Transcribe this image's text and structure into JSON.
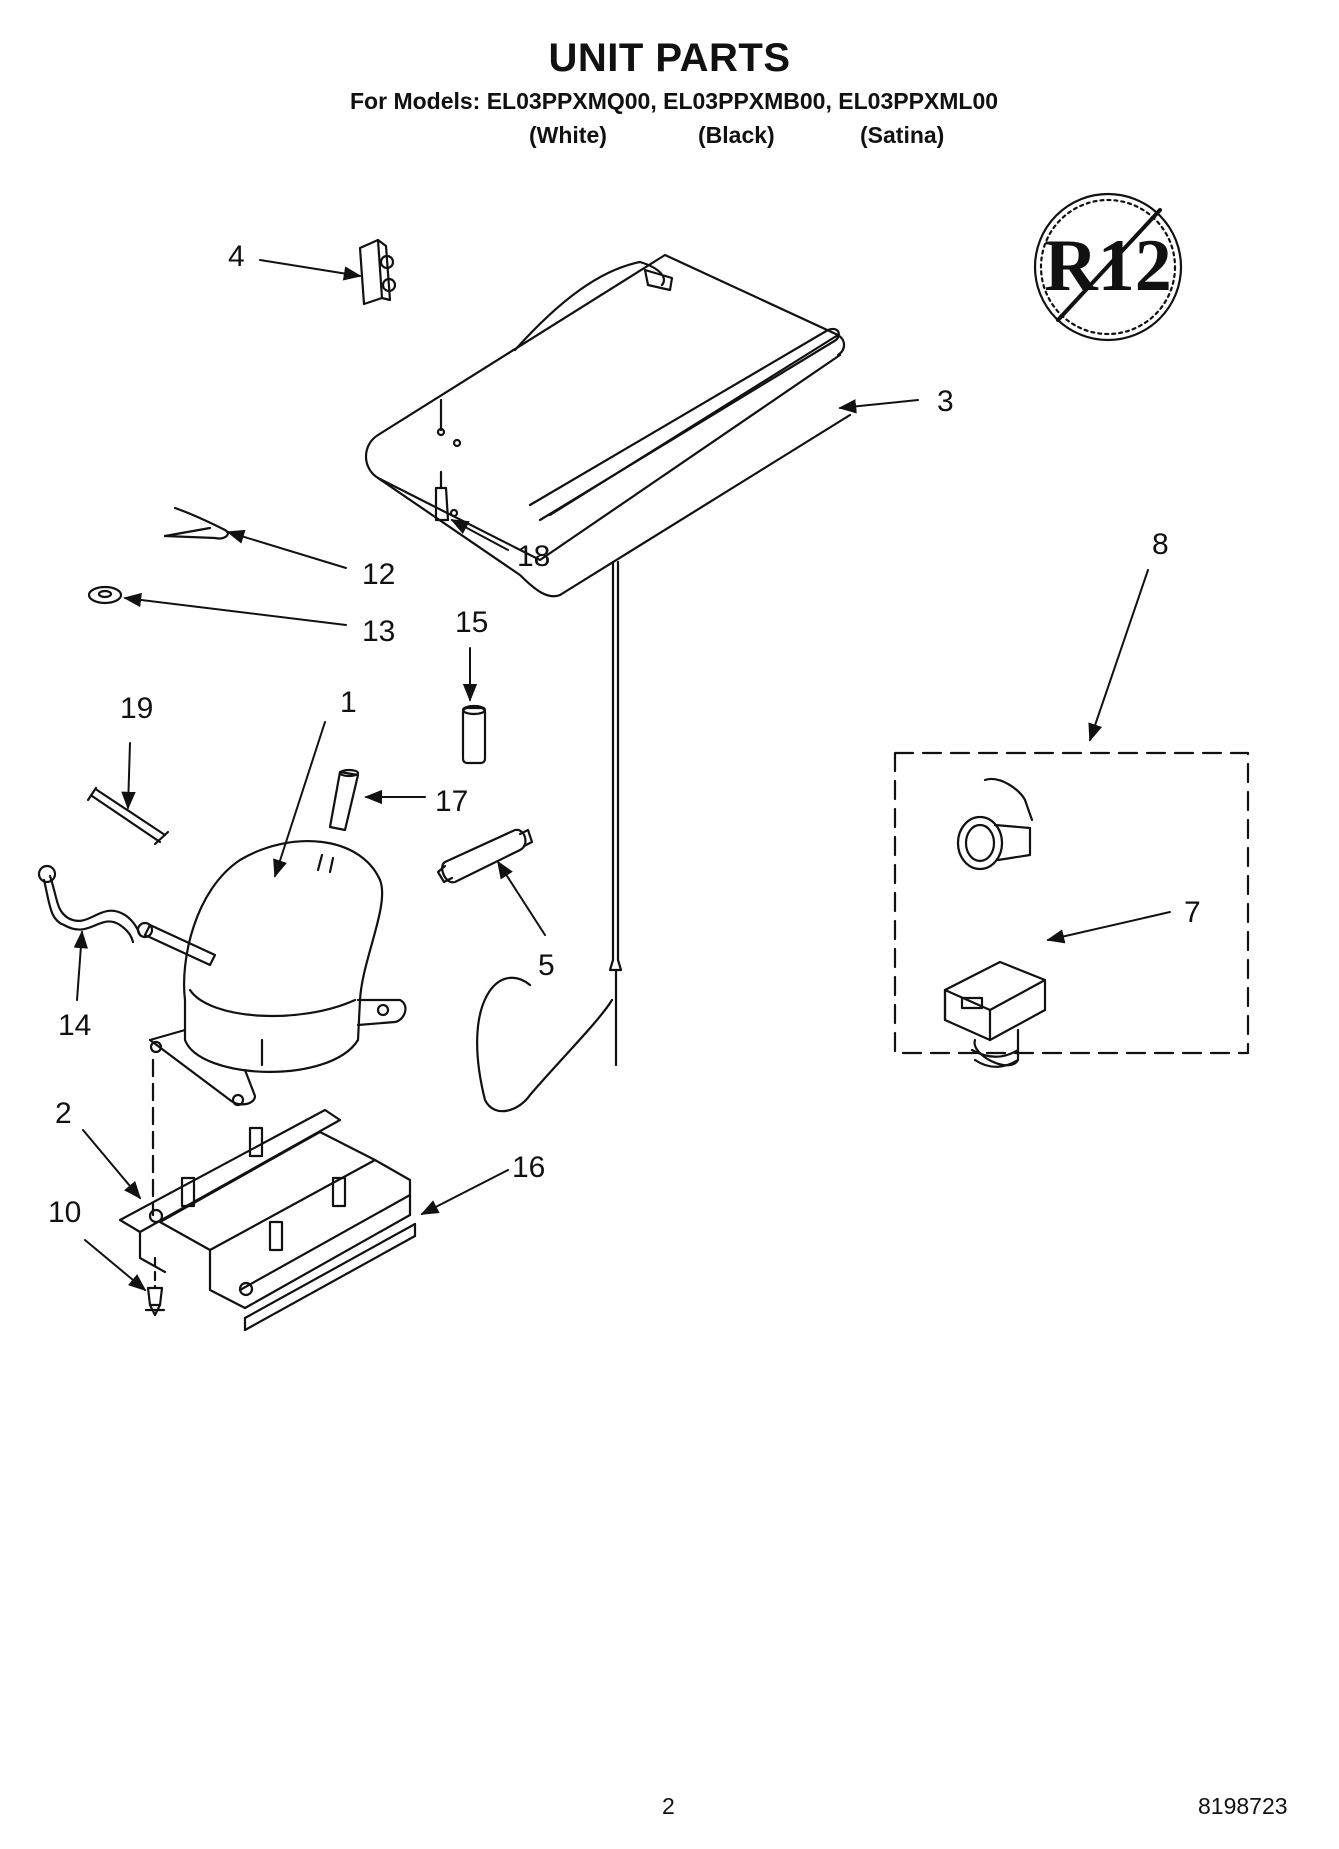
{
  "header": {
    "title": "UNIT PARTS",
    "models_line": "For Models: EL03PPXMQ00, EL03PPXMB00, EL03PPXML00",
    "variants": [
      "(White)",
      "(Black)",
      "(Satina)"
    ]
  },
  "badge": {
    "text": "R12",
    "meaning": "no-R12-refrigerant-icon"
  },
  "callouts": [
    "1",
    "2",
    "3",
    "4",
    "5",
    "7",
    "8",
    "10",
    "12",
    "13",
    "14",
    "15",
    "16",
    "17",
    "18",
    "19"
  ],
  "footer": {
    "page_number": "2",
    "doc_number": "8198723"
  },
  "colors": {
    "ink": "#111111",
    "paper": "#ffffff"
  }
}
